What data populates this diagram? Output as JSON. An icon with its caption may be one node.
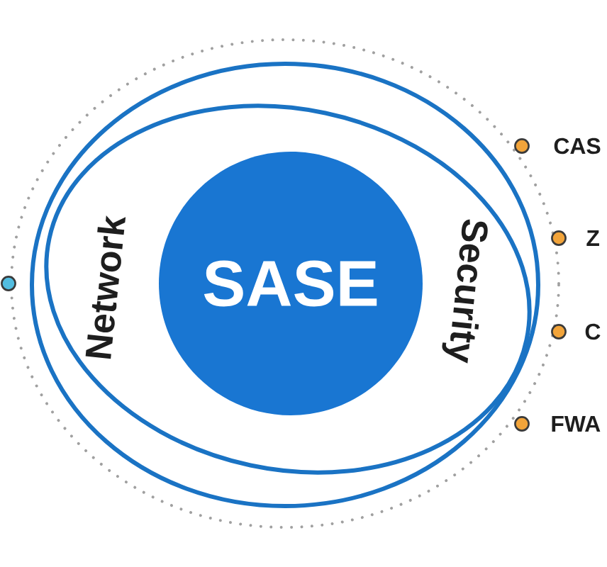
{
  "diagram": {
    "nodes": [
      {
        "text": [],
        "shape": "ellipse"
      },
      {
        "text": [],
        "shape": "ellipse",
        "in": 0
      },
      {
        "text": [
          "SASE"
        ],
        "in": 1
      }
    ],
    "labels": [
      "Network",
      "Security",
      "CAS",
      "Z",
      "C",
      "FWA"
    ]
  }
}
